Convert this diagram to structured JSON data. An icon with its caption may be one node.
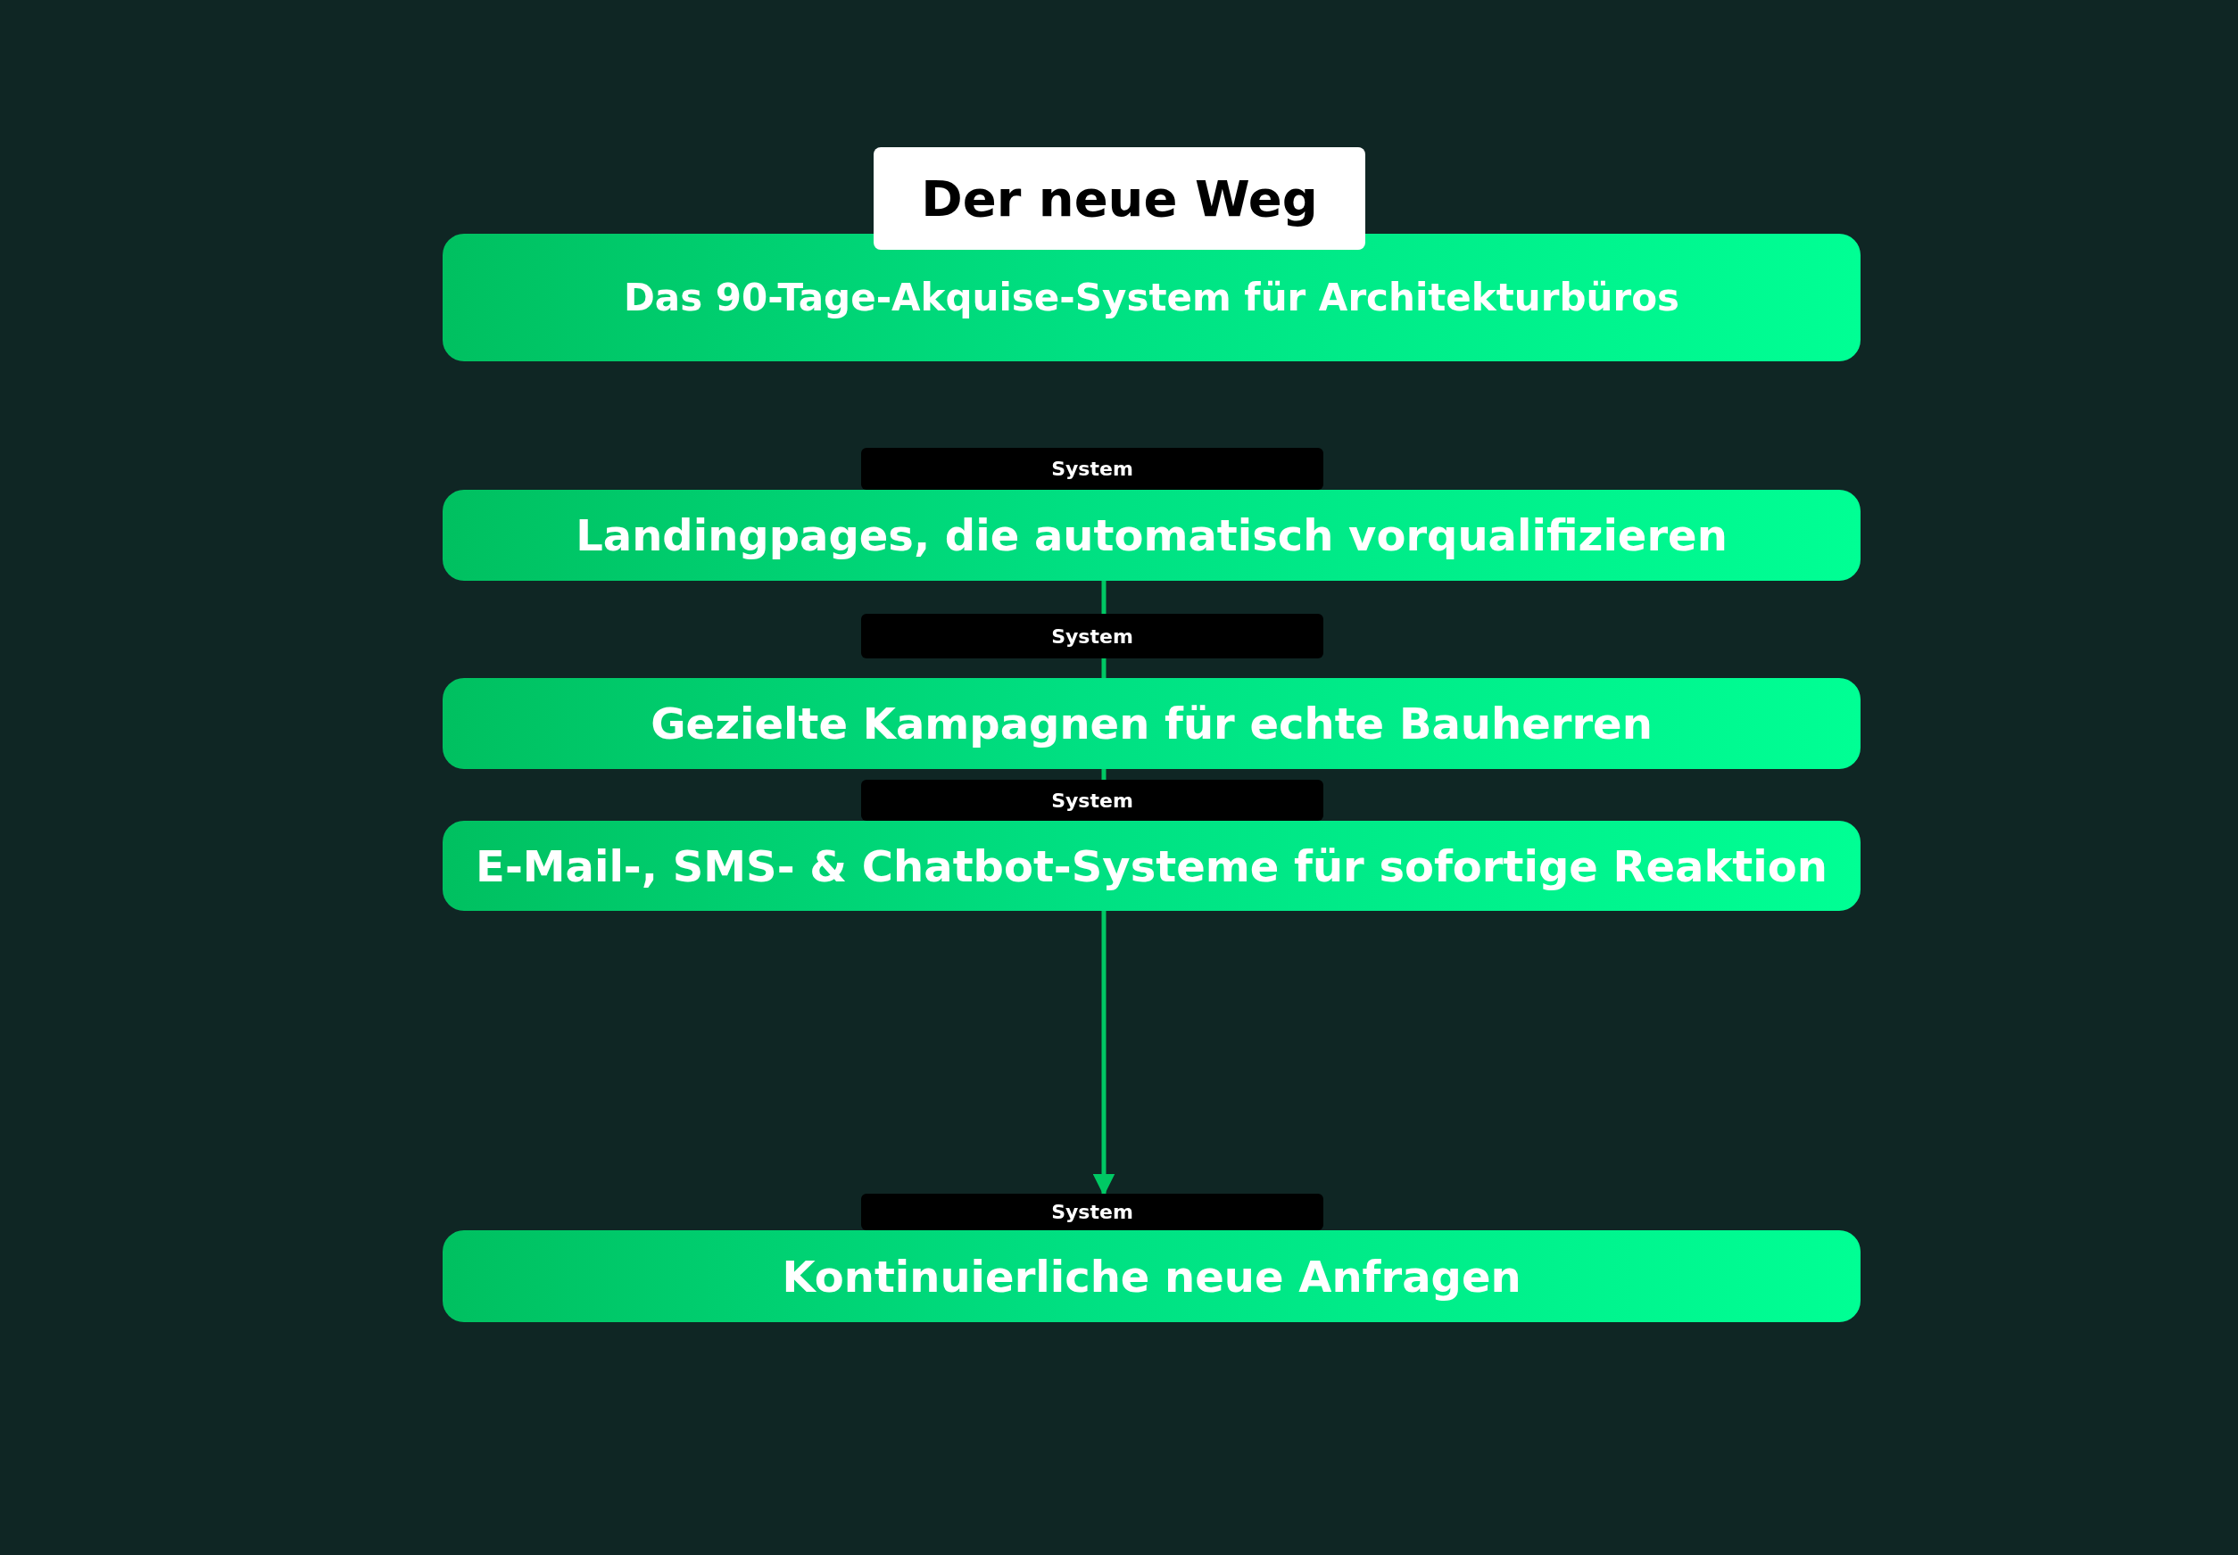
{
  "diagram": {
    "nodes": [
      {
        "text": [
          "Der neue Weg"
        ]
      },
      {
        "text": [
          "Das 90-Tage-Akquise-System für Architekturbüros"
        ]
      },
      {
        "text": [
          "System"
        ]
      },
      {
        "text": [
          "Landingpages, die automatisch vorqualifizieren"
        ]
      },
      {
        "text": [
          "System"
        ]
      },
      {
        "text": [
          "Gezielte Kampagnen für echte Bauherren"
        ]
      },
      {
        "text": [
          "System"
        ]
      },
      {
        "text": [
          "E-Mail-, SMS- & Chatbot-Systeme für sofortige Reaktion"
        ]
      },
      {
        "text": [
          "System"
        ]
      },
      {
        "text": [
          "Kontinuierliche neue Anfragen"
        ]
      }
    ],
    "edges": [
      {
        "from": 3,
        "to": 4,
        "arrow": "none"
      },
      {
        "from": 4,
        "to": 5,
        "arrow": "none"
      },
      {
        "from": 5,
        "to": 6,
        "arrow": "none"
      },
      {
        "from": 7,
        "to": 8,
        "arrow": "to"
      }
    ]
  }
}
